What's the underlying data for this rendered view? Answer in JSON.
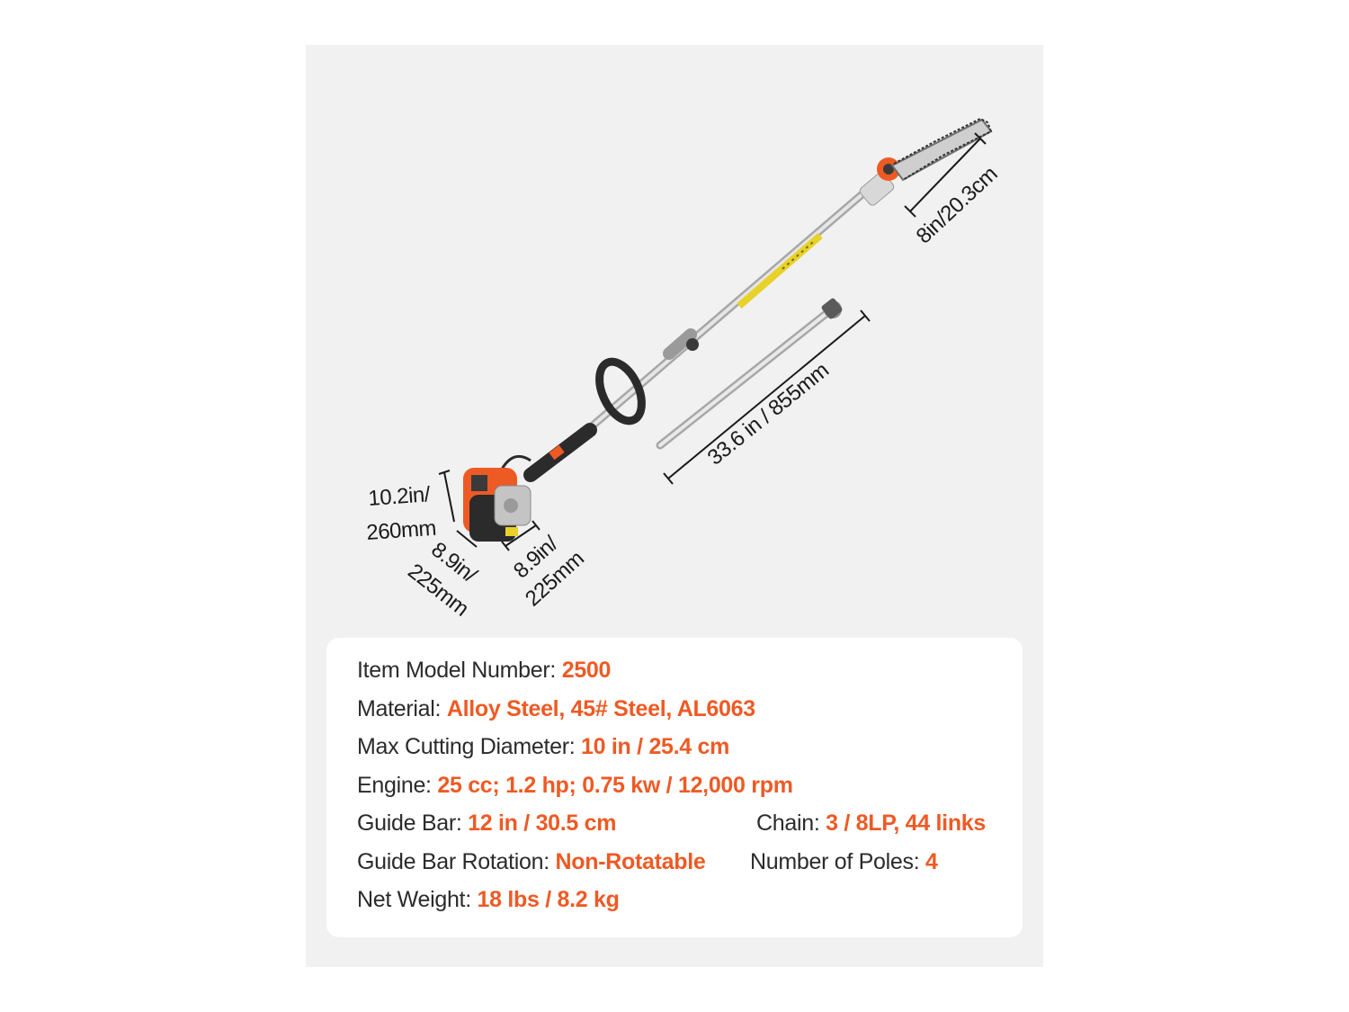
{
  "dimensions": {
    "chainsaw_bar": "8in/20.3cm",
    "extension_pole": "33.6 in / 855mm",
    "engine_height_line1": "10.2in/",
    "engine_height_line2": "260mm",
    "engine_depth_line1": "8.9in/",
    "engine_depth_line2": "225mm",
    "engine_width_line1": "8.9in/",
    "engine_width_line2": "225mm"
  },
  "specs": {
    "model": {
      "label": "Item Model Number: ",
      "value": "2500"
    },
    "material": {
      "label": "Material: ",
      "value": "Alloy Steel, 45# Steel, AL6063"
    },
    "cutting": {
      "label": "Max Cutting Diameter: ",
      "value": "10 in / 25.4 cm"
    },
    "engine": {
      "label": "Engine: ",
      "value": "25 cc; 1.2 hp; 0.75 kw / 12,000 rpm"
    },
    "guide_bar": {
      "label": "Guide Bar: ",
      "value": "12 in / 30.5 cm"
    },
    "chain": {
      "label": "Chain: ",
      "value": "3 / 8LP, 44 links"
    },
    "rotation": {
      "label": "Guide Bar Rotation: ",
      "value": "Non-Rotatable"
    },
    "poles": {
      "label": "Number of Poles: ",
      "value": "4"
    },
    "weight": {
      "label": "Net Weight: ",
      "value": "18 lbs / 8.2 kg"
    }
  },
  "colors": {
    "accent": "#ee5a24",
    "panel_background": "#f1f1f1",
    "card_background": "#ffffff",
    "text": "#2b2b2b"
  }
}
